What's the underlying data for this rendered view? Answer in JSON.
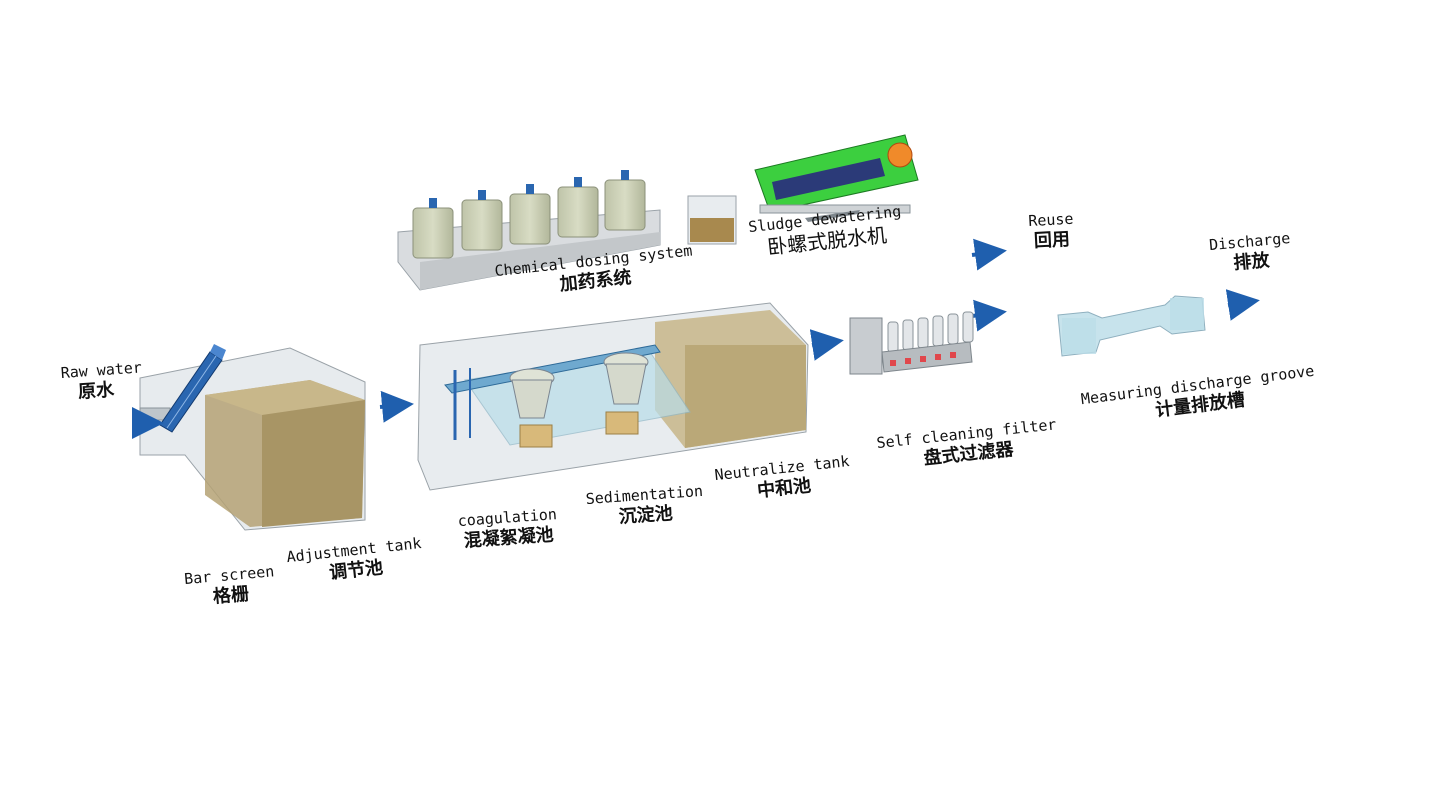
{
  "labels": {
    "raw_water": {
      "en": "Raw water",
      "zh": "原水"
    },
    "bar_screen": {
      "en": "Bar screen",
      "zh": "格栅"
    },
    "adjustment_tank": {
      "en": "Adjustment tank",
      "zh": "调节池"
    },
    "coagulation": {
      "en": "coagulation",
      "zh": "混凝絮凝池"
    },
    "sedimentation": {
      "en": "Sedimentation",
      "zh": "沉淀池"
    },
    "neutralize_tank": {
      "en": "Neutralize tank",
      "zh": "中和池"
    },
    "chemical_dosing": {
      "en": "Chemical dosing system",
      "zh": "加药系统"
    },
    "sludge_dewatering": {
      "en": "Sludge dewatering",
      "zh": "卧螺式脱水机"
    },
    "self_cleaning_filter": {
      "en": "Self cleaning filter",
      "zh": "盘式过滤器"
    },
    "reuse": {
      "en": "Reuse",
      "zh": "回用"
    },
    "measuring_groove": {
      "en": "Measuring discharge groove",
      "zh": "计量排放槽"
    },
    "discharge": {
      "en": "Discharge",
      "zh": "排放"
    }
  },
  "colors": {
    "arrow": "#1f5fae",
    "water": "#b5a274",
    "glass": "#d6dde2",
    "tank": "#c9cdb4",
    "filter_red": "#e0474c",
    "dewater_green": "#34c83a"
  }
}
